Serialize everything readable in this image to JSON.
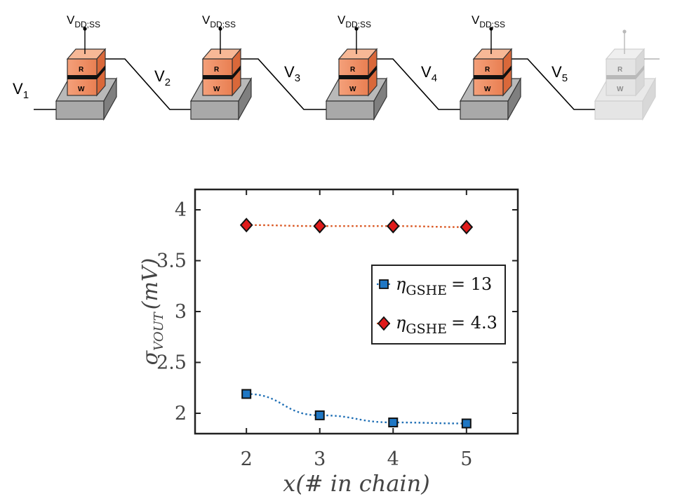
{
  "circuit": {
    "supply_label": "V",
    "supply_sub": "DD;SS",
    "read_letter": "R",
    "write_letter": "W",
    "nodes": [
      {
        "base": "V",
        "sub": "1"
      },
      {
        "base": "V",
        "sub": "2"
      },
      {
        "base": "V",
        "sub": "3"
      },
      {
        "base": "V",
        "sub": "4"
      },
      {
        "base": "V",
        "sub": "5"
      }
    ]
  },
  "chart_data": {
    "type": "line",
    "xlabel": "x(# in chain)",
    "ylabel": "σ_VOUT (mV)",
    "ylabel_main": "σ",
    "ylabel_sub": "VOUT",
    "ylabel_unit": "(mV)",
    "x": [
      2,
      3,
      4,
      5
    ],
    "xlim": [
      1.3,
      5.7
    ],
    "ylim": [
      1.8,
      4.2
    ],
    "xticks": [
      "2",
      "3",
      "4",
      "5"
    ],
    "yticks": [
      "2",
      "2.5",
      "3",
      "3.5",
      "4"
    ],
    "grid": false,
    "legend_position": "right-middle",
    "series": [
      {
        "name": "η_GSHE = 13",
        "name_symbol": "η",
        "name_sub": "GSHE",
        "name_value": "= 13",
        "marker": "square",
        "color": "#1f77c4",
        "line": "#1f6fb5",
        "values": [
          2.19,
          1.98,
          1.91,
          1.9
        ]
      },
      {
        "name": "η_GSHE = 4.3",
        "name_symbol": "η",
        "name_sub": "GSHE",
        "name_value": "= 4.3",
        "marker": "diamond",
        "color": "#e01b1b",
        "line": "#d9541e",
        "values": [
          3.85,
          3.84,
          3.84,
          3.83
        ]
      }
    ]
  }
}
